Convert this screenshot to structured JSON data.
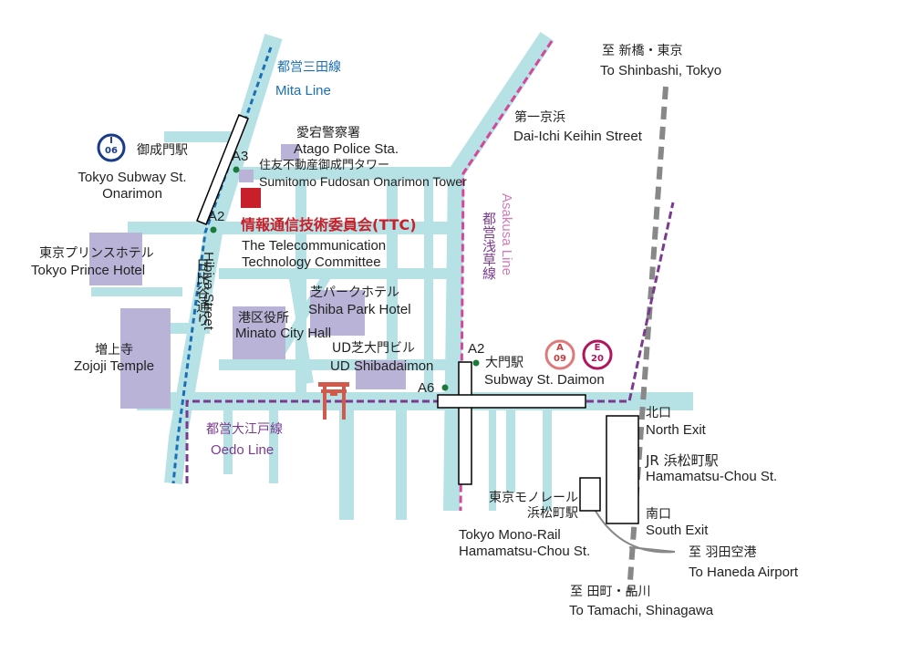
{
  "lines": {
    "mita_jp": "都営三田線",
    "mita_en": "Mita Line",
    "oedo_jp": "都営大江戸線",
    "oedo_en": "Oedo Line",
    "asakusa_jp": "都営浅草線",
    "asakusa_en": "Asakusa Line",
    "colors": {
      "mita": "#1a6fb5",
      "oedo": "#7b3a8f",
      "asakusa": "#d6479a",
      "jr": "#888888",
      "road": "#b6e2e6",
      "building": "#b9b3d8"
    }
  },
  "stations": {
    "onarimon": {
      "badge_letter": "I",
      "badge_num": "06",
      "jp": "御成門駅",
      "en1": "Tokyo Subway St.",
      "en2": "Onarimon"
    },
    "daimon": {
      "badge_a_letter": "A",
      "badge_a_num": "09",
      "badge_e_letter": "E",
      "badge_e_num": "20",
      "jp": "大門駅",
      "en": "Subway St. Daimon"
    },
    "hamamatsucho": {
      "jp": "JR 浜松町駅",
      "en": "Hamamatsu-Chou St.",
      "north_jp": "北口",
      "north_en": "North Exit",
      "south_jp": "南口",
      "south_en": "South Exit"
    },
    "monorail": {
      "jp1": "東京モノレール",
      "jp2": "浜松町駅",
      "en1": "Tokyo Mono-Rail",
      "en2": "Hamamatsu-Chou St."
    }
  },
  "exits": {
    "a3": "A3",
    "a2_onarimon": "A2",
    "a2_daimon": "A2",
    "a6": "A6"
  },
  "landmarks": {
    "atago": {
      "jp": "愛宕警察署",
      "en": "Atago Police Sta."
    },
    "sumitomo": {
      "jp": "住友不動産御成門タワー",
      "en": "Sumitomo Fudosan Onarimon Tower"
    },
    "ttc": {
      "jp": "情報通信技術委員会(TTC)",
      "en1": "The Telecommunication",
      "en2": "Technology Committee"
    },
    "prince": {
      "jp": "東京プリンスホテル",
      "en": "Tokyo Prince Hotel"
    },
    "shiba_park": {
      "jp": "芝パークホテル",
      "en": "Shiba Park Hotel"
    },
    "minato": {
      "jp": "港区役所",
      "en": "Minato City Hall"
    },
    "ud": {
      "jp": "UD芝大門ビル",
      "en": "UD Shibadaimon"
    },
    "zojoji": {
      "jp": "増上寺",
      "en": "Zojoji Temple"
    }
  },
  "streets": {
    "hibiya_jp": "日比谷通り",
    "hibiya_en": "Hibiya Street",
    "keihin_jp": "第一京浜",
    "keihin_en": "Dai-Ichi Keihin Street"
  },
  "directions": {
    "shinbashi_jp": "至 新橋・東京",
    "shinbashi_en": "To Shinbashi, Tokyo",
    "haneda_jp": "至 羽田空港",
    "haneda_en": "To Haneda Airport",
    "tamachi_jp": "至 田町・品川",
    "tamachi_en": "To Tamachi, Shinagawa"
  }
}
